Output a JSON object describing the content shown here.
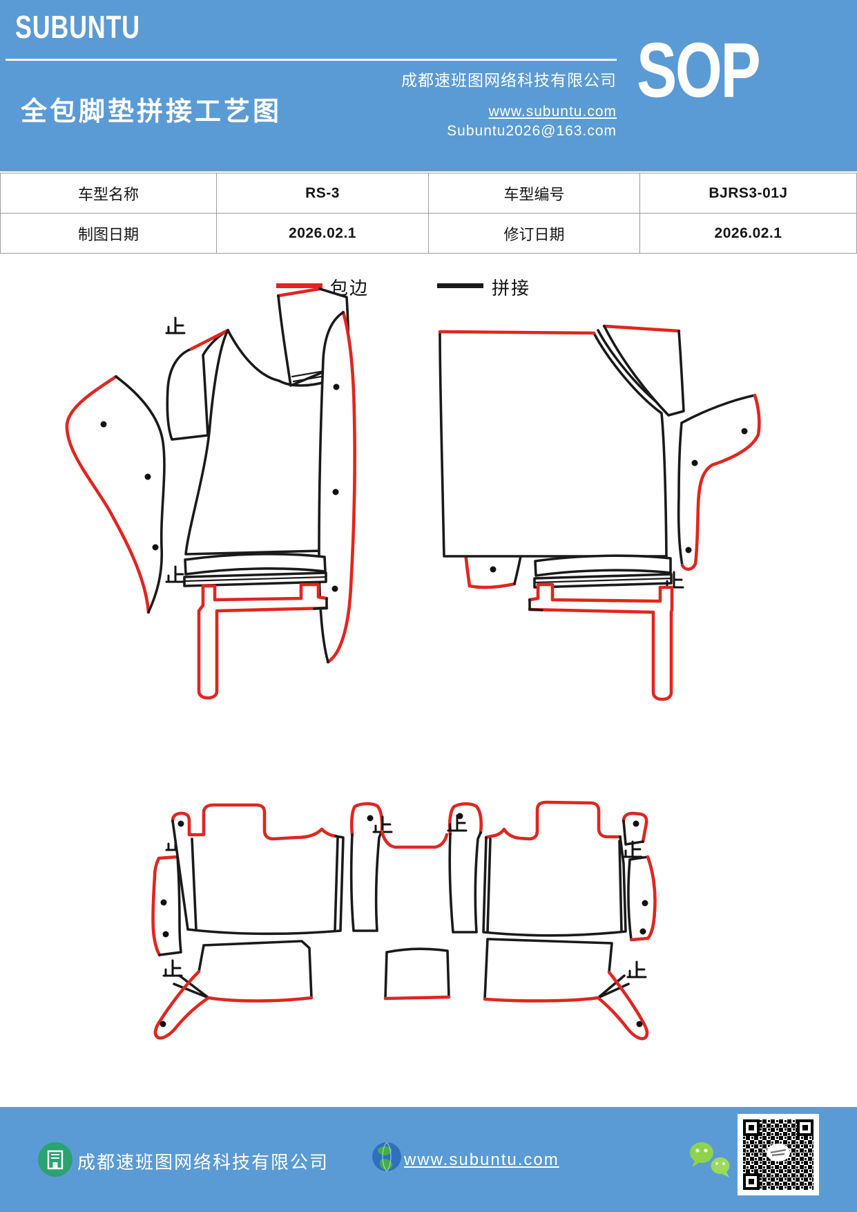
{
  "page": {
    "background": "#ffffff",
    "accent_blue": "#5b9bd5"
  },
  "header": {
    "logo": "SUBUNTU",
    "company": "成都速班图网络科技有限公司",
    "doc_type": "SOP",
    "title": "全包脚垫拼接工艺图",
    "website": "www.subuntu.com",
    "email": "Subuntu2026@163.com"
  },
  "info_table": {
    "cells": [
      {
        "label": "车型名称",
        "value": "RS-3"
      },
      {
        "label": "车型编号",
        "value": "BJRS3-01J"
      },
      {
        "label": "制图日期",
        "value": "2026.02.1"
      },
      {
        "label": "修订日期",
        "value": "2026.02.1"
      }
    ]
  },
  "legend": {
    "items": [
      {
        "label": "包边",
        "color": "#e2251f"
      },
      {
        "label": "拼接",
        "color": "#1a1a1a"
      }
    ]
  },
  "drawing": {
    "stop_mark": "止",
    "edge_color": "#e2251f",
    "seam_color": "#1a1a1a"
  },
  "footer": {
    "company": "成都速班图网络科技有限公司",
    "website": "www.subuntu.com",
    "icons": [
      "building-icon",
      "globe-icon",
      "wechat-icon",
      "qr-code"
    ]
  }
}
